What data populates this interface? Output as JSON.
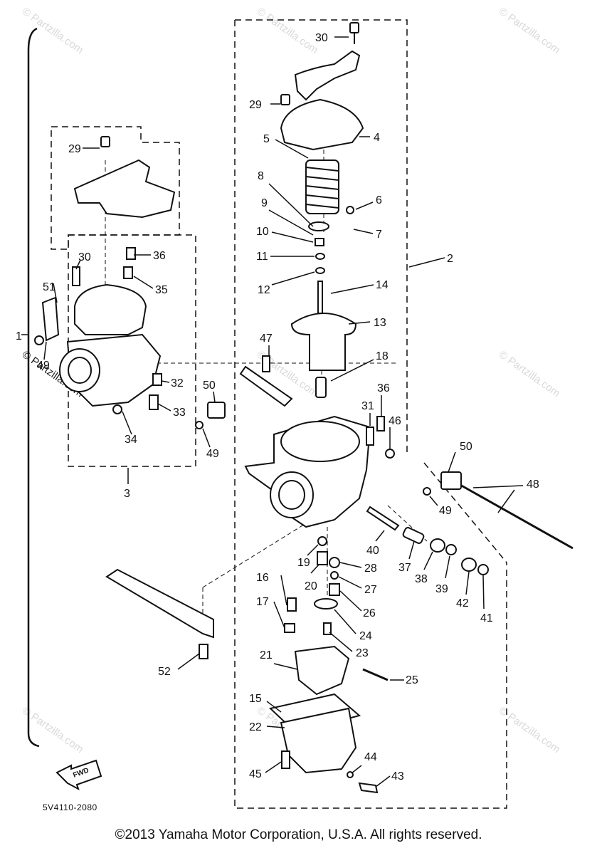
{
  "diagram": {
    "drawing_code": "5V4110-2080",
    "copyright": "©2013 Yamaha Motor Corporation, U.S.A. All rights reserved.",
    "watermark": "© Partzilla.com",
    "fwd_label": "FWD",
    "callouts": {
      "c1": "1",
      "c2": "2",
      "c3": "3",
      "c4": "4",
      "c5": "5",
      "c6": "6",
      "c7": "7",
      "c8": "8",
      "c9": "9",
      "c10": "10",
      "c11": "11",
      "c12": "12",
      "c13": "13",
      "c14": "14",
      "c15": "15",
      "c16": "16",
      "c17": "17",
      "c18": "18",
      "c19": "19",
      "c20": "20",
      "c21": "21",
      "c22": "22",
      "c23": "23",
      "c24": "24",
      "c25": "25",
      "c26": "26",
      "c27": "27",
      "c28": "28",
      "c29": "29",
      "c30": "30",
      "c31": "31",
      "c32": "32",
      "c33": "33",
      "c34": "34",
      "c35": "35",
      "c36": "36",
      "c37": "37",
      "c38": "38",
      "c39": "39",
      "c40": "40",
      "c41": "41",
      "c42": "42",
      "c43": "43",
      "c44": "44",
      "c45": "45",
      "c46": "46",
      "c47": "47",
      "c48": "48",
      "c49": "49",
      "c50": "50",
      "c51": "51",
      "c52": "52"
    }
  }
}
